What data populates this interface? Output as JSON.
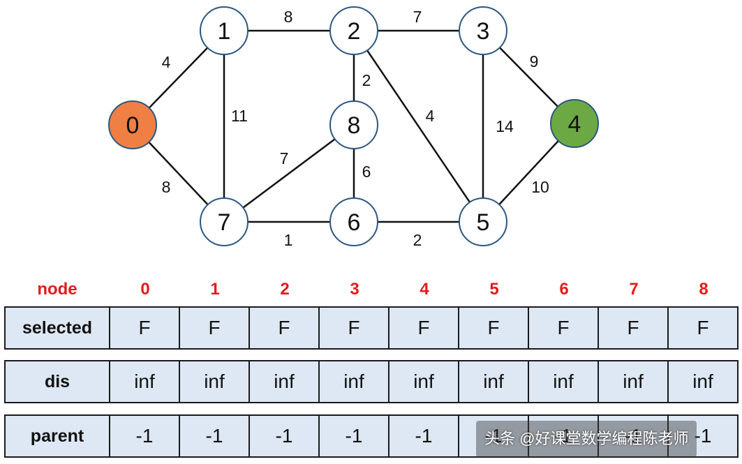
{
  "graph": {
    "nodes": [
      {
        "id": "0",
        "color": "#f07f44"
      },
      {
        "id": "1",
        "color": "#ffffff"
      },
      {
        "id": "2",
        "color": "#ffffff"
      },
      {
        "id": "3",
        "color": "#ffffff"
      },
      {
        "id": "4",
        "color": "#6ca944"
      },
      {
        "id": "5",
        "color": "#ffffff"
      },
      {
        "id": "6",
        "color": "#ffffff"
      },
      {
        "id": "7",
        "color": "#ffffff"
      },
      {
        "id": "8",
        "color": "#ffffff"
      }
    ],
    "edges": [
      {
        "from": "0",
        "to": "1",
        "weight": "4"
      },
      {
        "from": "0",
        "to": "7",
        "weight": "8"
      },
      {
        "from": "1",
        "to": "2",
        "weight": "8"
      },
      {
        "from": "1",
        "to": "7",
        "weight": "11"
      },
      {
        "from": "2",
        "to": "3",
        "weight": "7"
      },
      {
        "from": "2",
        "to": "8",
        "weight": "2"
      },
      {
        "from": "2",
        "to": "5",
        "weight": "4"
      },
      {
        "from": "3",
        "to": "4",
        "weight": "9"
      },
      {
        "from": "3",
        "to": "5",
        "weight": "14"
      },
      {
        "from": "4",
        "to": "5",
        "weight": "10"
      },
      {
        "from": "7",
        "to": "8",
        "weight": "7"
      },
      {
        "from": "7",
        "to": "6",
        "weight": "1"
      },
      {
        "from": "8",
        "to": "6",
        "weight": "6"
      },
      {
        "from": "6",
        "to": "5",
        "weight": "2"
      }
    ],
    "node_border_color": "#2b5680",
    "edge_color": "#111111"
  },
  "table": {
    "header_label": "node",
    "node_ids": [
      "0",
      "1",
      "2",
      "3",
      "4",
      "5",
      "6",
      "7",
      "8"
    ],
    "rows": [
      {
        "label": "selected",
        "values": [
          "F",
          "F",
          "F",
          "F",
          "F",
          "F",
          "F",
          "F",
          "F"
        ]
      },
      {
        "label": "dis",
        "values": [
          "inf",
          "inf",
          "inf",
          "inf",
          "inf",
          "inf",
          "inf",
          "inf",
          "inf"
        ]
      },
      {
        "label": "parent",
        "values": [
          "-1",
          "-1",
          "-1",
          "-1",
          "-1",
          "-1",
          "-1",
          "-1",
          "-1"
        ]
      }
    ],
    "header_color": "#e31b1b",
    "cell_color": "#dde8f4"
  },
  "watermark": "头条 @好课堂数学编程陈老师"
}
